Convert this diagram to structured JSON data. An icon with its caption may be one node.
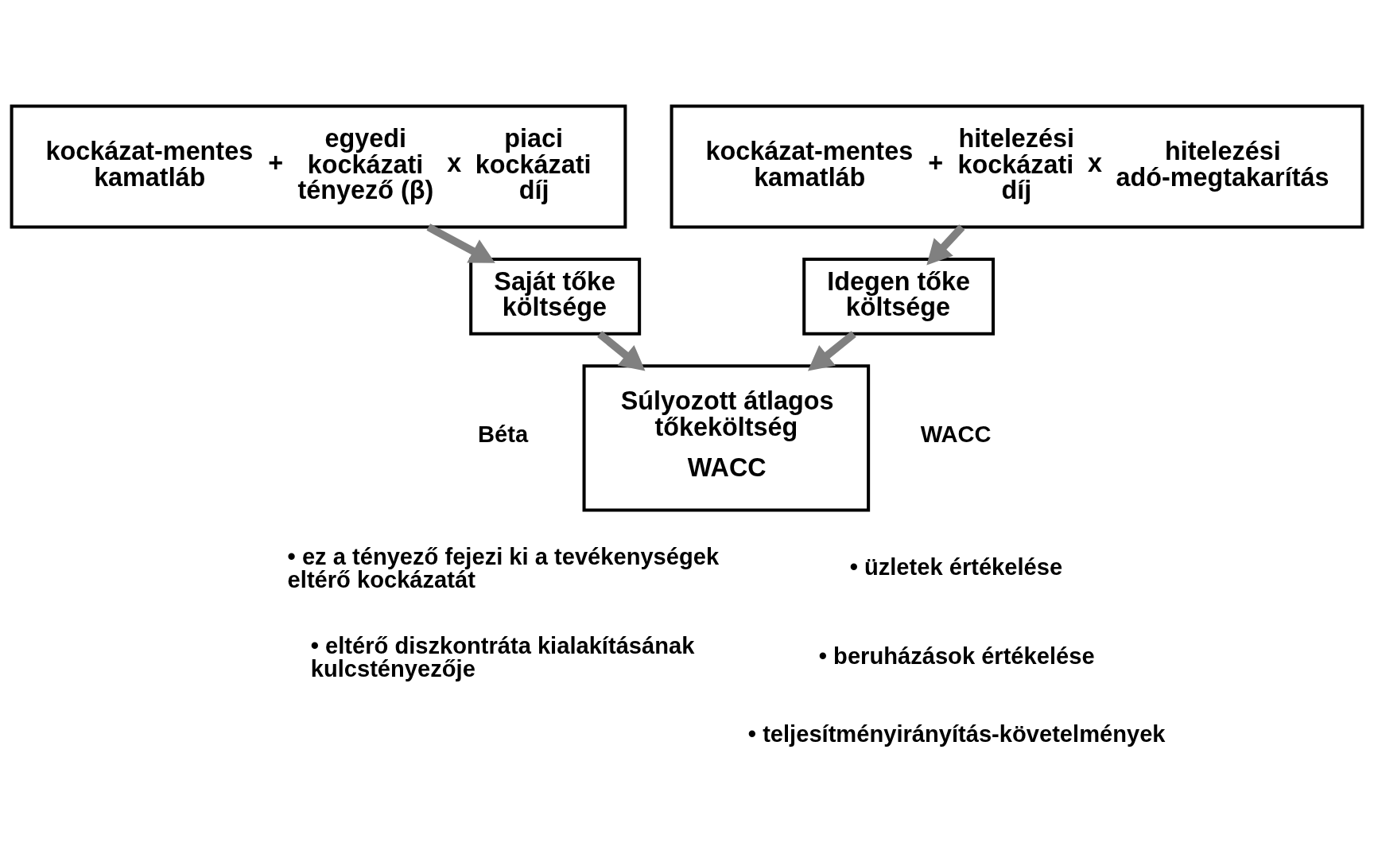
{
  "diagram": {
    "nodes": [
      {
        "text": [
          "kockázat-mentes kamatláb",
          "+",
          "egyedi kockázati tényező (β)",
          "x",
          "piaci kockázati díj"
        ]
      },
      {
        "text": [
          "kockázat-mentes kamatláb",
          "+",
          "hitelezési kockázati díj",
          "x",
          "hitelezési adó-megtakarítás"
        ]
      },
      {
        "text": [
          "Saját tőke költsége"
        ]
      },
      {
        "text": [
          "Idegen tőke költsége"
        ]
      },
      {
        "text": [
          "Súlyozott átlagos tőkeköltség",
          "WACC"
        ]
      }
    ],
    "edges": [
      {
        "from": 0,
        "to": 2,
        "arrow": "to"
      },
      {
        "from": 1,
        "to": 3,
        "arrow": "to"
      },
      {
        "from": 2,
        "to": 4,
        "arrow": "to"
      },
      {
        "from": 3,
        "to": 4,
        "arrow": "to"
      }
    ],
    "labels": [
      "Béta",
      "• ez a tényező fejezi ki a tevékenységek eltérő kockázatát",
      "• eltérő diszkontráta kialakításának kulcstényezője",
      "WACC",
      "• üzletek értékelése",
      "• beruházások értékelése",
      "• teljesítményirányítás-követelmények"
    ]
  }
}
